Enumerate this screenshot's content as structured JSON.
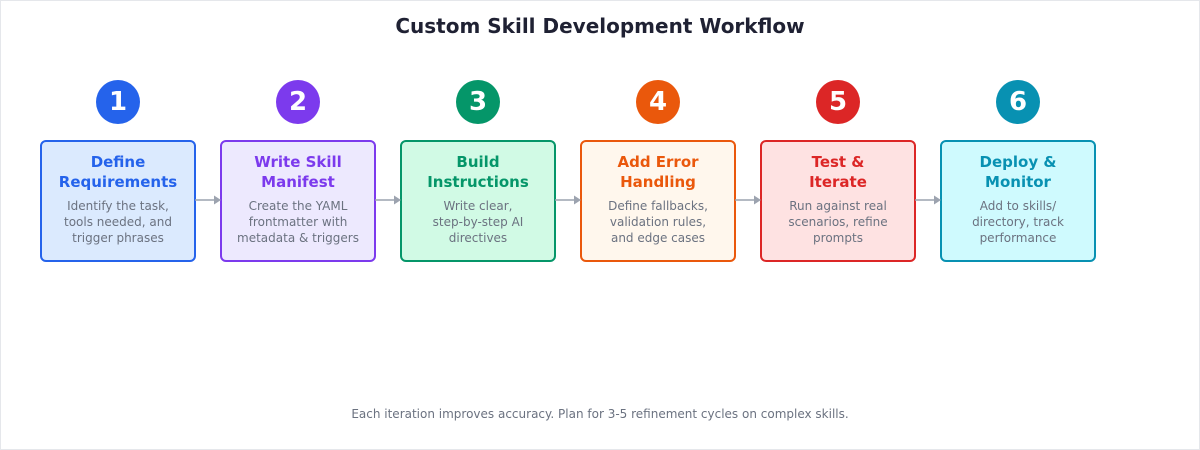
{
  "title": "Custom Skill Development Workflow",
  "steps": [
    {
      "number": "1",
      "title": "Define\nRequirements",
      "description": "Identify the task,\ntools needed, and\ntrigger phrases",
      "color": "#2563eb",
      "fill": "#dbeafe"
    },
    {
      "number": "2",
      "title": "Write Skill\nManifest",
      "description": "Create the YAML\nfrontmatter with\nmetadata & triggers",
      "color": "#7c3aed",
      "fill": "#ede9fe"
    },
    {
      "number": "3",
      "title": "Build\nInstructions",
      "description": "Write clear,\nstep-by-step AI\ndirectives",
      "color": "#059669",
      "fill": "#d1fae5"
    },
    {
      "number": "4",
      "title": "Add Error\nHandling",
      "description": "Define fallbacks,\nvalidation rules,\nand edge cases",
      "color": "#ea580c",
      "fill": "#fff7ed"
    },
    {
      "number": "5",
      "title": "Test &\nIterate",
      "description": "Run against real\nscenarios, refine\nprompts",
      "color": "#dc2626",
      "fill": "#fee2e2"
    },
    {
      "number": "6",
      "title": "Deploy &\nMonitor",
      "description": "Add to skills/\ndirectory, track\nperformance",
      "color": "#0891b2",
      "fill": "#cffafe"
    }
  ],
  "arrow_color": "#9ca3af",
  "footer": "Each iteration improves accuracy. Plan for 3-5 refinement cycles on complex skills."
}
